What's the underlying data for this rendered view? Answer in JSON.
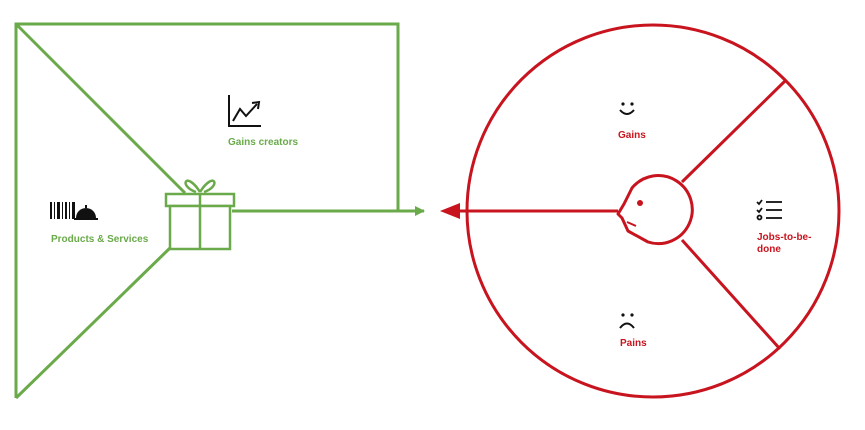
{
  "colors": {
    "product": "#6aaa4a",
    "customer": "#c8141e"
  },
  "value_map": {
    "gain_creators": {
      "label": "Gains creators",
      "icon": "growth-chart-icon"
    },
    "products_services": {
      "label": "Products & Services",
      "icon": "barcode-and-cloche-icon"
    },
    "center_icon": "gift-box-icon"
  },
  "customer_profile": {
    "gains": {
      "label": "Gains",
      "icon": "smile-face-icon"
    },
    "pains": {
      "label": "Pains",
      "icon": "frown-face-icon"
    },
    "jobs": {
      "label_line1": "Jobs-to-be-",
      "label_line2": "done",
      "icon": "checklist-icon"
    },
    "center_icon": "customer-head-icon"
  }
}
